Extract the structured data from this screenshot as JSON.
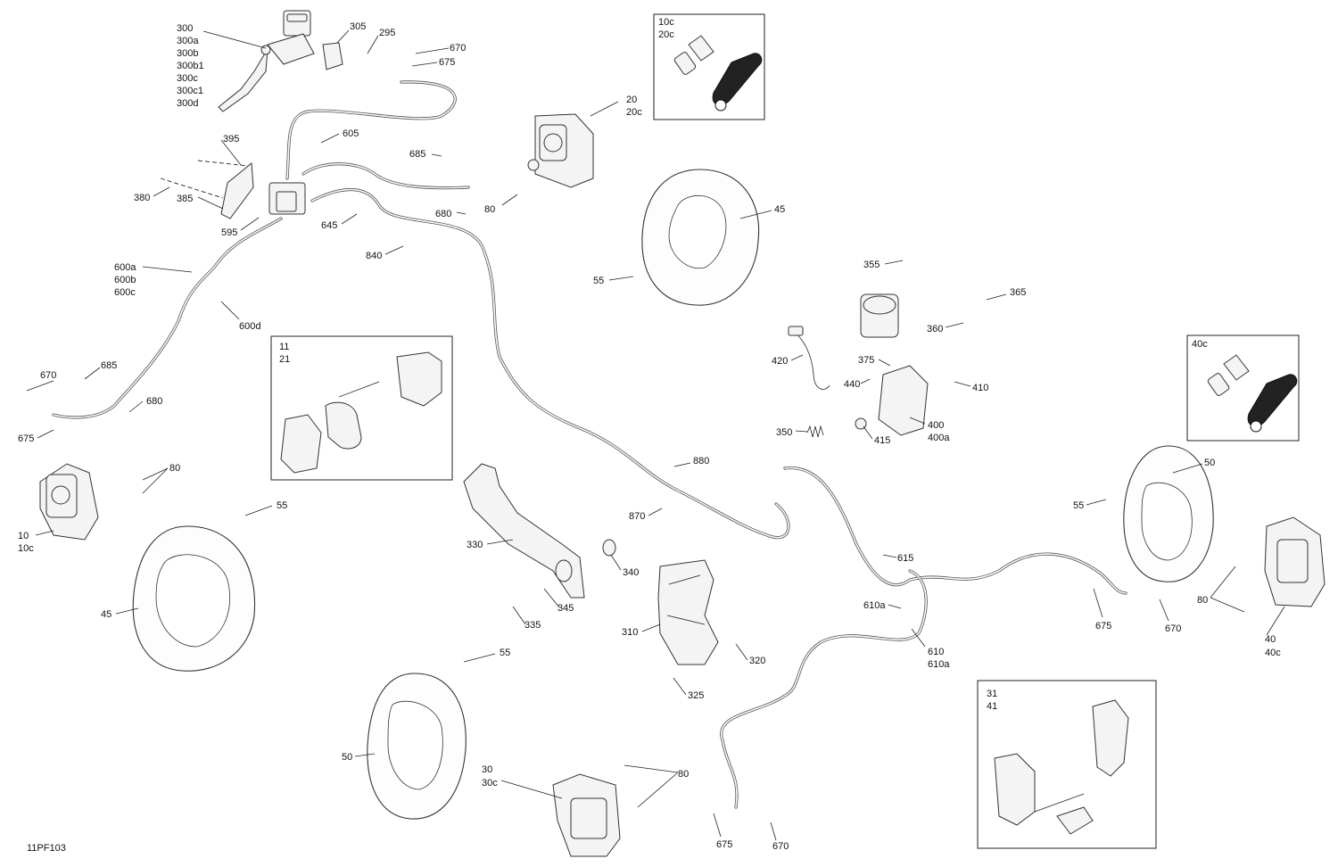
{
  "diagram_code": "11PF103",
  "labels": {
    "master_cyl_front": [
      "300",
      "300a",
      "300b",
      "300b1",
      "300c",
      "300c1",
      "300d"
    ],
    "l305": "305",
    "l295": "295",
    "l670a": "670",
    "l675a": "675",
    "l10c_box": [
      "10c",
      "20c"
    ],
    "l20": [
      "20",
      "20c"
    ],
    "l395": "395",
    "l605": "605",
    "l380": "380",
    "l385": "385",
    "l595": "595",
    "l645": "645",
    "l685a": "685",
    "l680a": "680",
    "l80a": "80",
    "l840": "840",
    "l45a": "45",
    "l55a": "55",
    "l600": [
      "600a",
      "600b",
      "600c"
    ],
    "l600d": "600d",
    "l355": "355",
    "l365": "365",
    "l360": "360",
    "l420": "420",
    "l375": "375",
    "l440": "440",
    "l410": "410",
    "l400": [
      "400",
      "400a"
    ],
    "l350": "350",
    "l415": "415",
    "l40c_box": "40c",
    "l670b": "670",
    "l685b": "685",
    "l680b": "680",
    "l675b": "675",
    "pad_box_front": [
      "11",
      "21"
    ],
    "l80b": "80",
    "l10": [
      "10",
      "10c"
    ],
    "l55b": "55",
    "l45b": "45",
    "l880": "880",
    "l870": "870",
    "l330": "330",
    "l340": "340",
    "l345": "345",
    "l335": "335",
    "l310": "310",
    "l320": "320",
    "l325": "325",
    "l50a": "50",
    "l55c": "55",
    "l615": "615",
    "l610a": "610a",
    "l610": [
      "610",
      "610a"
    ],
    "l675c": "675",
    "l670c": "670",
    "l80c": "80",
    "l40": [
      "40",
      "40c"
    ],
    "l55d": "55",
    "l50b": "50",
    "l30": [
      "30",
      "30c"
    ],
    "l80d": "80",
    "pad_box_rear": [
      "31",
      "41"
    ],
    "l675d": "675",
    "l670d": "670"
  }
}
